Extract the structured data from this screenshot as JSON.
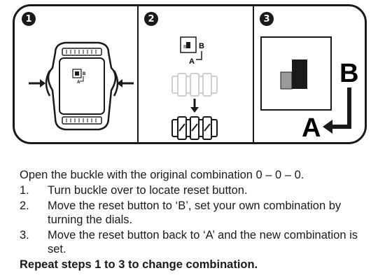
{
  "panels": [
    {
      "step": "1"
    },
    {
      "step": "2",
      "switch_label_a": "A",
      "switch_label_b": "B"
    },
    {
      "step": "3",
      "switch_label_a": "A",
      "switch_label_b": "B"
    }
  ],
  "panel1": {
    "switch_label_a": "A",
    "switch_label_b": "B"
  },
  "instructions": {
    "intro": "Open the buckle with the original combination 0 – 0 – 0.",
    "steps": [
      {
        "num": "1.",
        "text": "Turn buckle over to locate reset button."
      },
      {
        "num": "2.",
        "text": "Move the reset button to ‘B’, set your own combination by turning the dials."
      },
      {
        "num": "3.",
        "text": "Move the reset button back to ‘A’ and the new combination is set."
      }
    ],
    "footer": "Repeat steps 1 to 3 to change combination."
  },
  "colors": {
    "ink": "#1a1a1a",
    "gray": "#9a9a9a",
    "light_gray": "#cfcfcf"
  }
}
